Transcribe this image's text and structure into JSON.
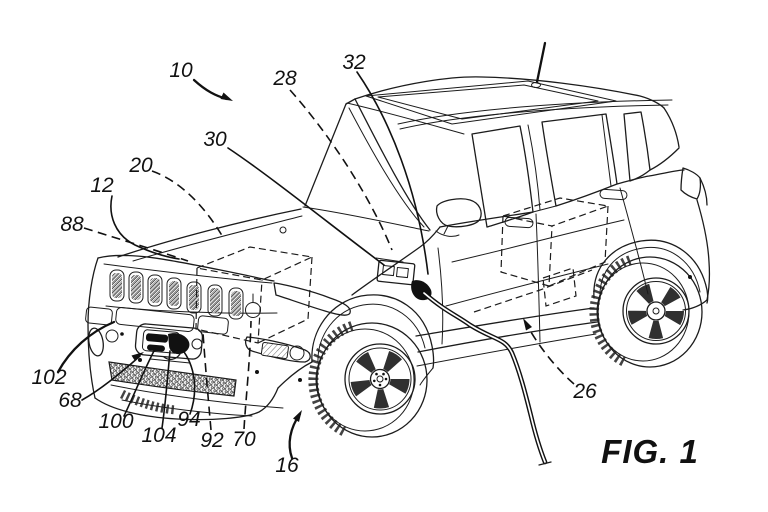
{
  "figure_caption": "FIG. 1",
  "labels": {
    "n10": "10",
    "n12": "12",
    "n16": "16",
    "n20": "20",
    "n26": "26",
    "n28": "28",
    "n30": "30",
    "n32": "32",
    "n68": "68",
    "n70": "70",
    "n88": "88",
    "n92": "92",
    "n94": "94",
    "n100": "100",
    "n102": "102",
    "n104": "104"
  }
}
